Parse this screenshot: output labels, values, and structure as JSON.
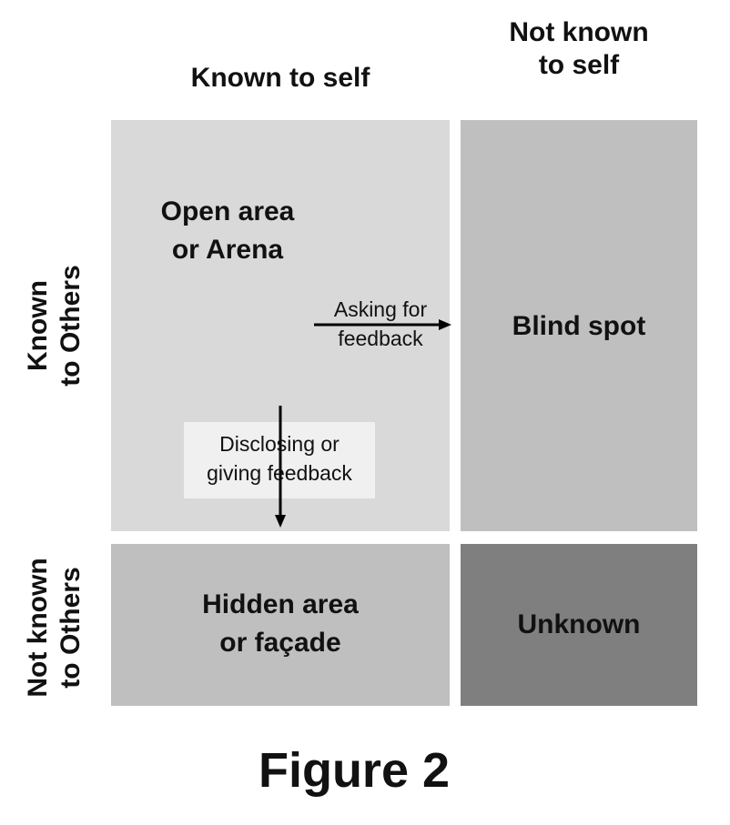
{
  "columns": {
    "known": "Known to self",
    "not_known": [
      "Not known",
      "to self"
    ]
  },
  "rows": {
    "known": [
      "Known",
      "to Others"
    ],
    "not_known": [
      "Not known",
      "to Others"
    ]
  },
  "quadrants": {
    "open": [
      "Open area",
      "or Arena"
    ],
    "blind": "Blind spot",
    "hidden": [
      "Hidden area",
      "or façade"
    ],
    "unknown": "Unknown"
  },
  "arrows": {
    "asking": [
      "Asking for",
      "feedback"
    ],
    "disclosing": [
      "Disclosing or",
      "giving feedback"
    ]
  },
  "figure_title": "Figure 2",
  "colors": {
    "open": "#d9d9d9",
    "blind": "#bfbfbf",
    "hidden": "#bfbfbf",
    "unknown": "#7f7f7f",
    "label_box": "#f0f0f0"
  }
}
